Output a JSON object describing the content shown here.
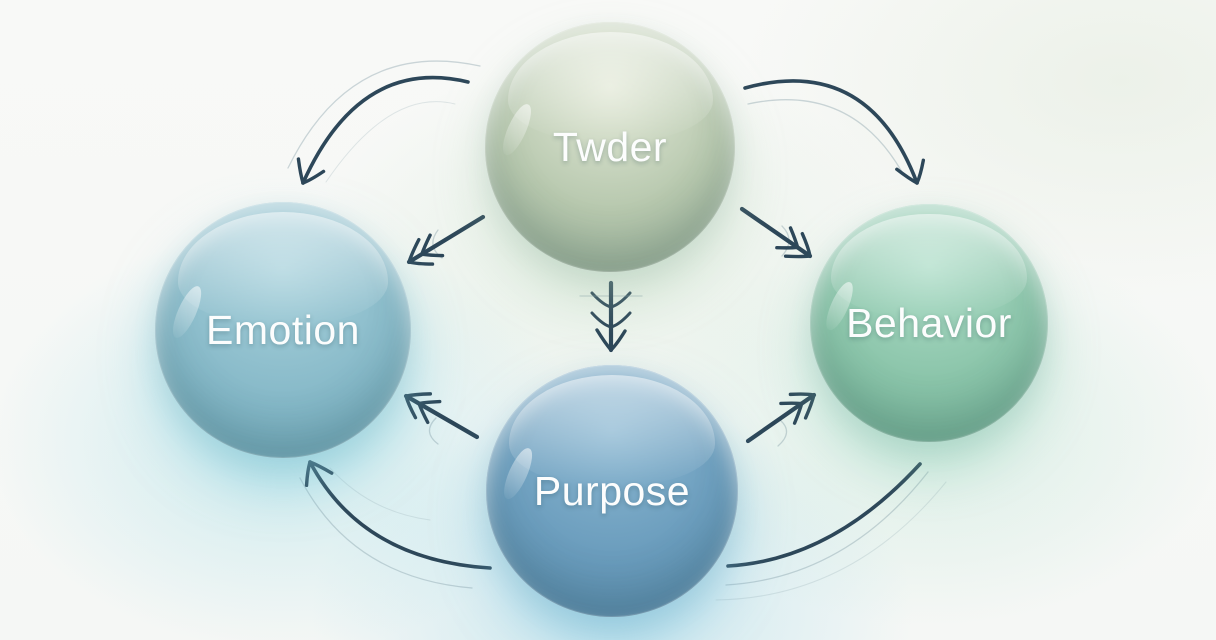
{
  "diagram": {
    "background": "#f8f9f7",
    "arrow_color": "#2d4759",
    "nodes": {
      "twder": {
        "label": "Twder",
        "colors": {
          "top": "#e4ead9",
          "mid": "#b7c8ae",
          "bottom": "#92a992",
          "glow": "rgba(175,205,175,0.40)"
        }
      },
      "emotion": {
        "label": "Emotion",
        "colors": {
          "top": "#a9d2dc",
          "mid": "#88bac9",
          "bottom": "#68a3b6",
          "glow": "rgba(120,200,218,0.50)"
        }
      },
      "behavior": {
        "label": "Behavior",
        "colors": {
          "top": "#aeddc8",
          "mid": "#8ac4a9",
          "bottom": "#6cab90",
          "glow": "rgba(128,200,172,0.42)"
        }
      },
      "purpose": {
        "label": "Purpose",
        "colors": {
          "top": "#8cb8d2",
          "mid": "#6b9dbd",
          "bottom": "#5385a8",
          "glow": "rgba(110,185,218,0.50)"
        }
      }
    },
    "edges": [
      {
        "from": "twder",
        "to": "emotion",
        "style": "outer-curve"
      },
      {
        "from": "twder",
        "to": "behavior",
        "style": "outer-curve"
      },
      {
        "from": "twder",
        "to": "emotion",
        "style": "inner-arrow"
      },
      {
        "from": "twder",
        "to": "behavior",
        "style": "inner-arrow"
      },
      {
        "from": "twder",
        "to": "purpose",
        "style": "inner-arrow"
      },
      {
        "from": "purpose",
        "to": "emotion",
        "style": "inner-arrow"
      },
      {
        "from": "purpose",
        "to": "behavior",
        "style": "inner-arrow"
      },
      {
        "from": "purpose",
        "to": "emotion",
        "style": "outer-curve"
      },
      {
        "from": "purpose",
        "to": "behavior",
        "style": "outer-curve"
      }
    ]
  }
}
